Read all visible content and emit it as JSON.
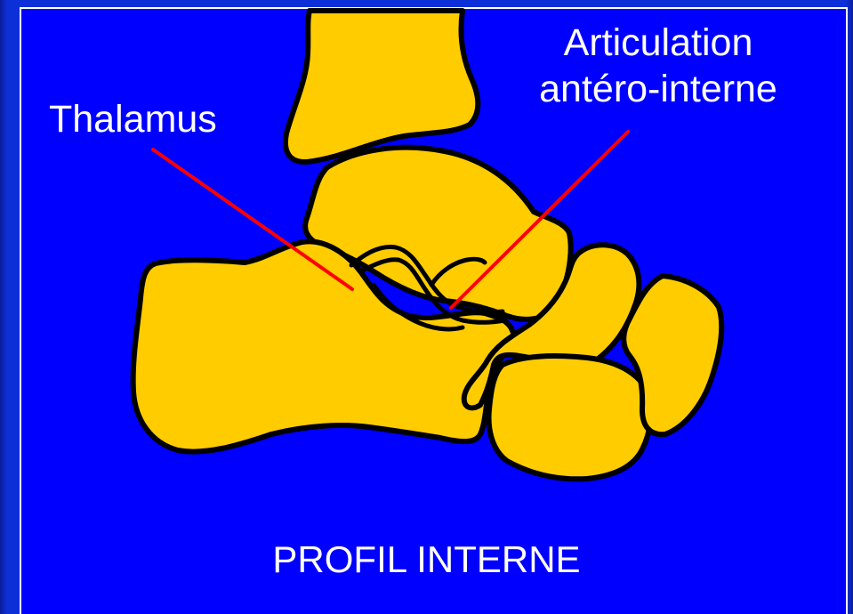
{
  "labels": {
    "thalamus": "Thalamus",
    "articulation_line1": "Articulation",
    "articulation_line2": "antéro-interne",
    "caption": "PROFIL INTERNE"
  },
  "colors": {
    "background": "#0000ff",
    "bone_fill": "#ffcc00",
    "outline": "#000000",
    "pointer_line": "#ff0000",
    "text": "#ffffff"
  }
}
